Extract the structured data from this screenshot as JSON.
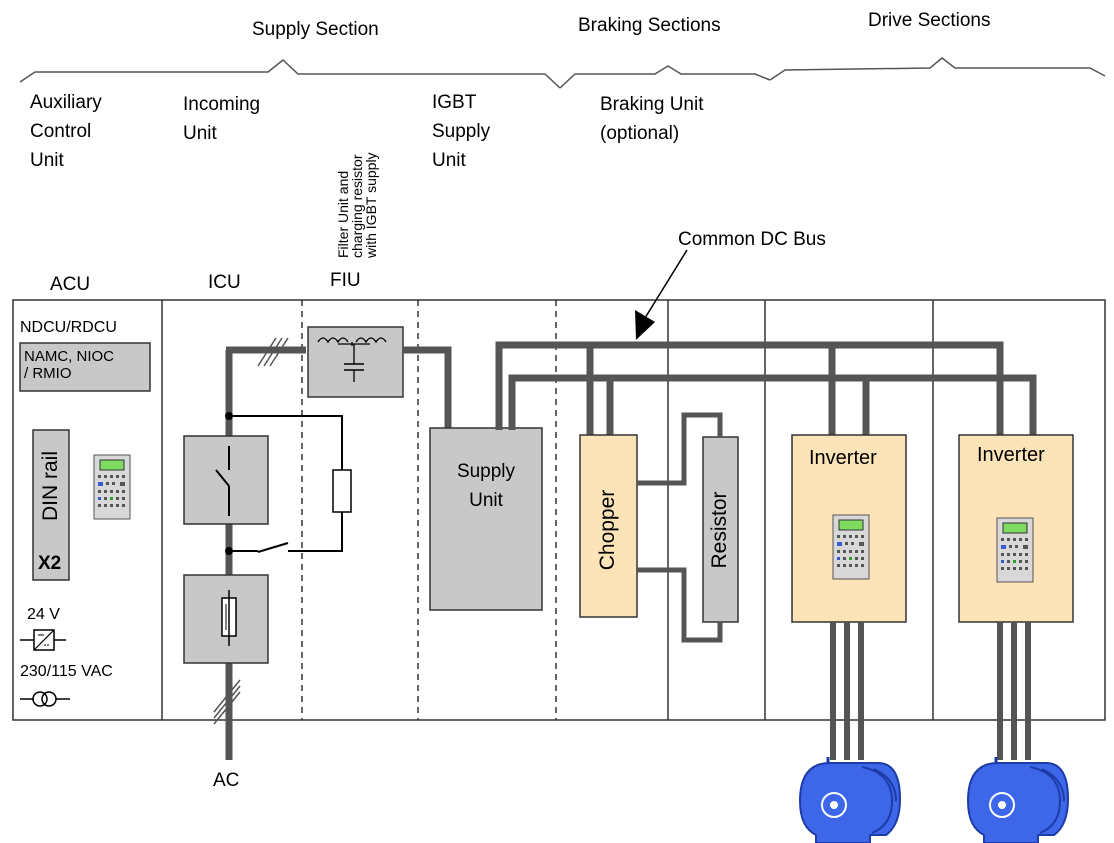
{
  "headers": {
    "supply_section": "Supply Section",
    "braking_sections": "Braking Sections",
    "drive_sections": "Drive Sections"
  },
  "units": {
    "auxiliary": [
      "Auxiliary",
      "Control",
      "Unit"
    ],
    "incoming": [
      "Incoming",
      "Unit"
    ],
    "filter": [
      "Filter Unit and",
      "charging resistor",
      "with IGBT supply"
    ],
    "igbt": [
      "IGBT",
      "Supply",
      "Unit"
    ],
    "braking": [
      "Braking Unit",
      "(optional)"
    ]
  },
  "abbrev": {
    "acu": "ACU",
    "icu": "ICU",
    "fiu": "FIU"
  },
  "common_dc_bus": "Common DC Bus",
  "acu_panel": {
    "ndcu": "NDCU/RDCU",
    "namc": [
      "NAMC, NIOC",
      "/ RMIO"
    ],
    "din_rail": "DIN rail",
    "x2": "X2",
    "v24": "24 V",
    "vac": "230/115 VAC"
  },
  "blocks": {
    "supply_unit": [
      "Supply",
      "Unit"
    ],
    "chopper": "Chopper",
    "resistor": "Resistor",
    "inverter_1": "Inverter",
    "inverter_2": "Inverter"
  },
  "ac": "AC",
  "colors": {
    "unit_gray": "#c8c8c8",
    "inverter_fill": "#fde3b8",
    "bus": "#555555",
    "motor": "#3d66e8",
    "panel_screen": "#7ddc5f"
  }
}
